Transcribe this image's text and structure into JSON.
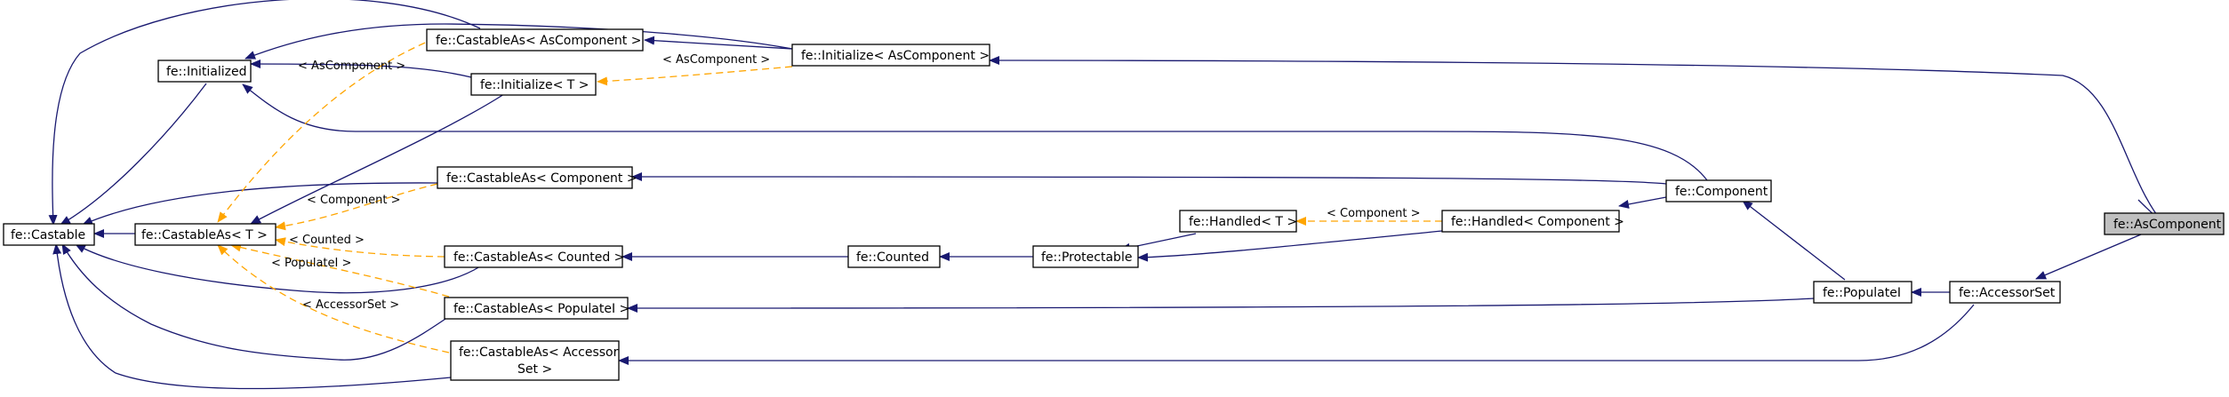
{
  "diagram": {
    "colors": {
      "inheritance": "#191970",
      "template": "#ffa500",
      "highlight_fill": "#bfbfbf",
      "box_fill": "#ffffff"
    },
    "nodes": {
      "castable": "fe::Castable",
      "initialized": "fe::Initialized",
      "castable_as_t": "fe::CastableAs< T >",
      "castable_as_ascomponent": "fe::CastableAs< AsComponent >",
      "initialize_t": "fe::Initialize< T >",
      "castable_as_component": "fe::CastableAs< Component >",
      "castable_as_counted": "fe::CastableAs< Counted >",
      "castable_as_populatei": "fe::CastableAs< PopulateI >",
      "castable_as_accessorset_line1": "fe::CastableAs< Accessor",
      "castable_as_accessorset_line2": "Set >",
      "initialize_ascomponent": "fe::Initialize< AsComponent >",
      "counted": "fe::Counted",
      "protectable": "fe::Protectable",
      "handled_t": "fe::Handled< T >",
      "handled_component": "fe::Handled< Component >",
      "component": "fe::Component",
      "populatei": "fe::PopulateI",
      "accessorset": "fe::AccessorSet",
      "ascomponent": "fe::AsComponent"
    },
    "edge_labels": {
      "ascomponent_1": "< AsComponent >",
      "ascomponent_2": "< AsComponent >",
      "component_1": "< Component >",
      "component_2": "< Component >",
      "counted": "< Counted >",
      "populatei": "< PopulateI >",
      "accessorset": "< AccessorSet >"
    }
  }
}
